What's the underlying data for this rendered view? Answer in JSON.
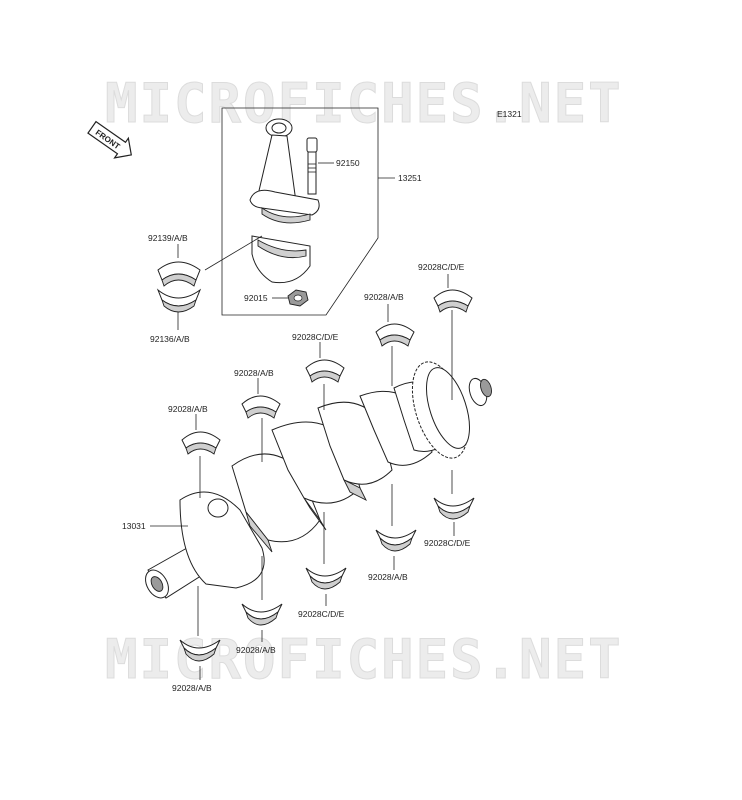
{
  "watermark": "MICROFICHES.NET",
  "diagram_code": "E1321",
  "front_label": "FRONT",
  "parts": {
    "p13251": "13251",
    "p92150": "92150",
    "p92139": "92139/A/B",
    "p92136": "92136/A/B",
    "p92015": "92015",
    "p13031": "13031",
    "b1": "92028C/D/E",
    "b2": "92028/A/B",
    "b3": "92028C/D/E",
    "b4": "92028/A/B",
    "b5": "92028/A/B",
    "b6": "92028C/D/E",
    "b7": "92028/A/B",
    "b8": "92028C/D/E",
    "b9": "92028/A/B",
    "b10": "92028/A/B"
  }
}
